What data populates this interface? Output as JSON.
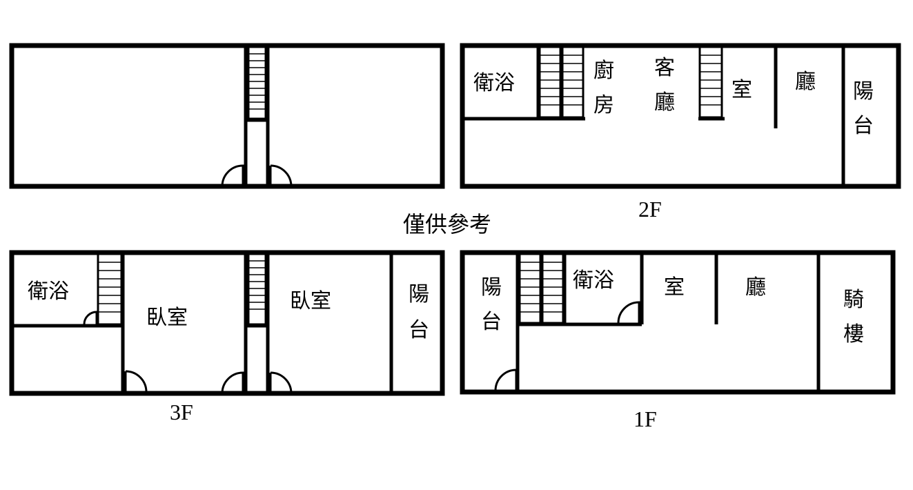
{
  "floors": {
    "floor_2": {
      "label": "2F"
    },
    "floor_3": {
      "label": "3F"
    },
    "floor_1": {
      "label": "1F"
    }
  },
  "rooms": {
    "f2_bath_1": "衛浴",
    "f2_bath_2": "",
    "f2_kitchen_1": "廚",
    "f2_kitchen_2": "房",
    "f2_living_1": "客",
    "f2_living_2": "廳",
    "f2_room_1": "室",
    "f2_hall_1": "廳",
    "f2_balcony_1": "陽",
    "f2_balcony_2": "台",
    "f3_bath_1": "衛浴",
    "f3_bed_a": "臥室",
    "f3_bed_b": "臥室",
    "f3_balcony_1": "陽",
    "f3_balcony_2": "台",
    "f1_balcony_1": "陽",
    "f1_balcony_2": "台",
    "f1_bath_1": "衛浴",
    "f1_room_1": "室",
    "f1_hall_1": "廳",
    "f1_arcade_1": "騎",
    "f1_arcade_2": "樓"
  },
  "note": "僅供參考"
}
